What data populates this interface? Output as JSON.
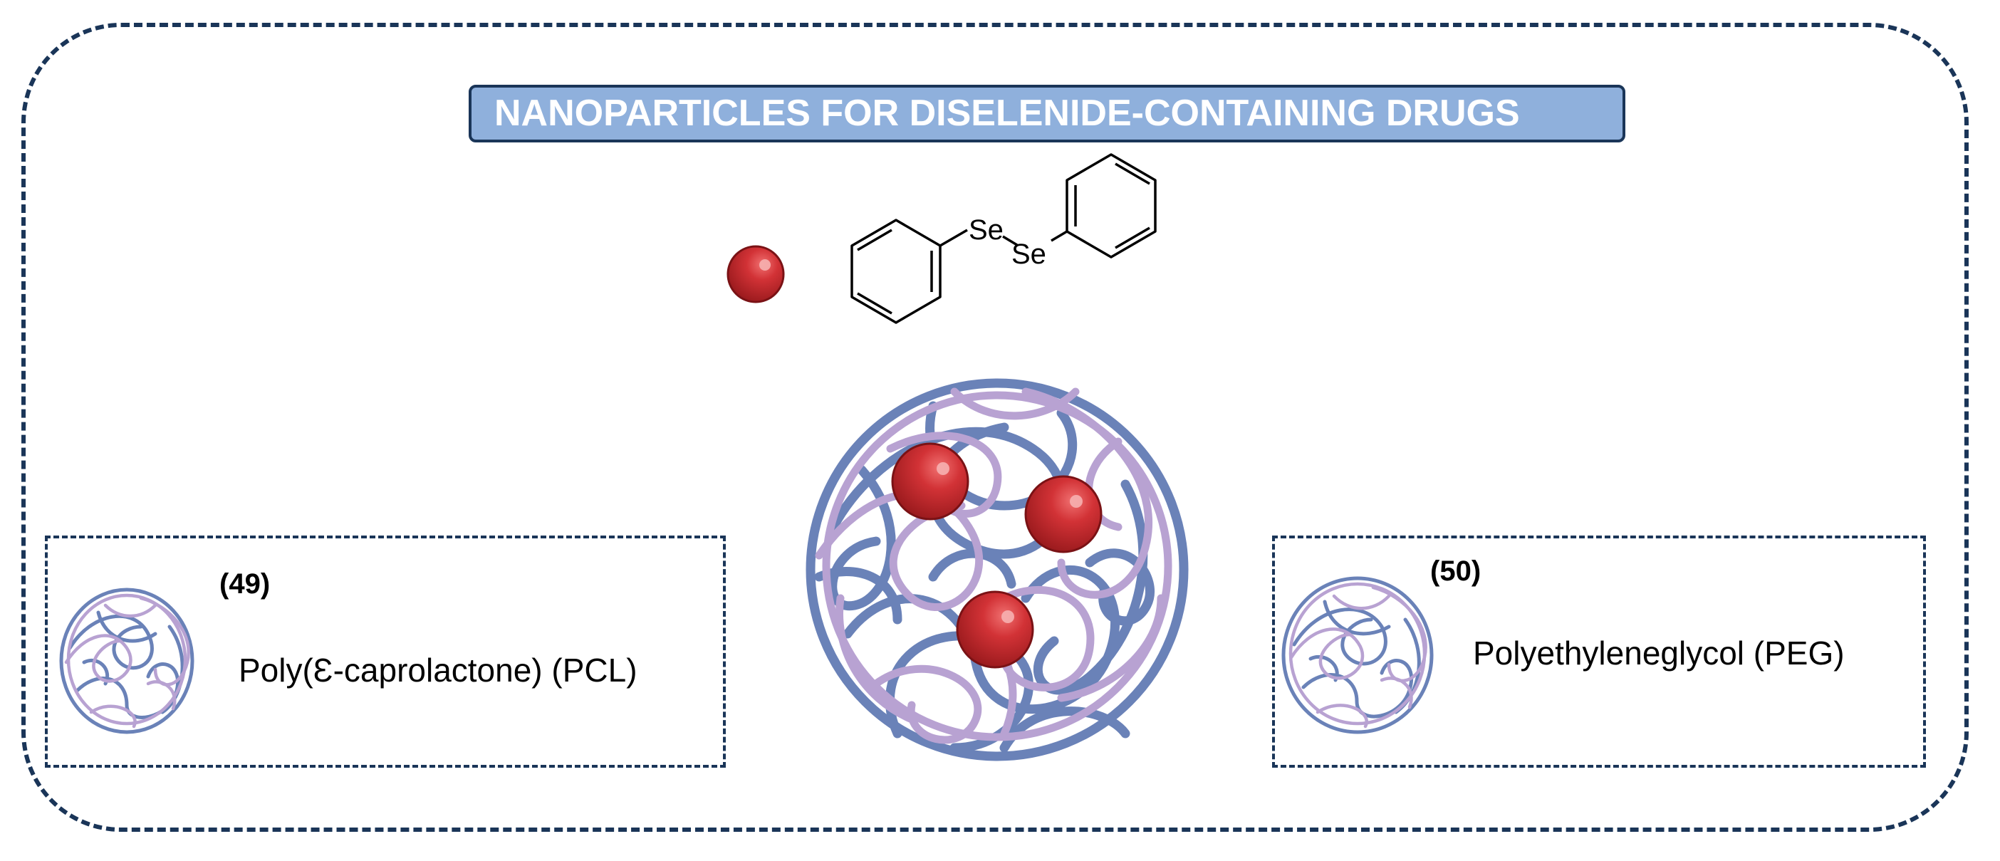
{
  "title": "NANOPARTICLES FOR DISELENIDE-CONTAINING DRUGS",
  "molecule": {
    "atom_1": "Se",
    "atom_2": "Se"
  },
  "left_inset": {
    "number": "(49)",
    "label": "Poly(Ɛ-caprolactone) (PCL)"
  },
  "right_inset": {
    "number": "(50)",
    "label": "Polyethyleneglycol (PEG)"
  },
  "colors": {
    "frame": "#1a3558",
    "title_fill": "#8fb0dc",
    "polymer_blue": "#6a82b8",
    "polymer_lilac": "#b8a2d2",
    "drug_red": "#c8282c"
  },
  "icons": {
    "drug_particle": "red-sphere-icon",
    "nanoparticle": "polymer-coil-icon"
  }
}
